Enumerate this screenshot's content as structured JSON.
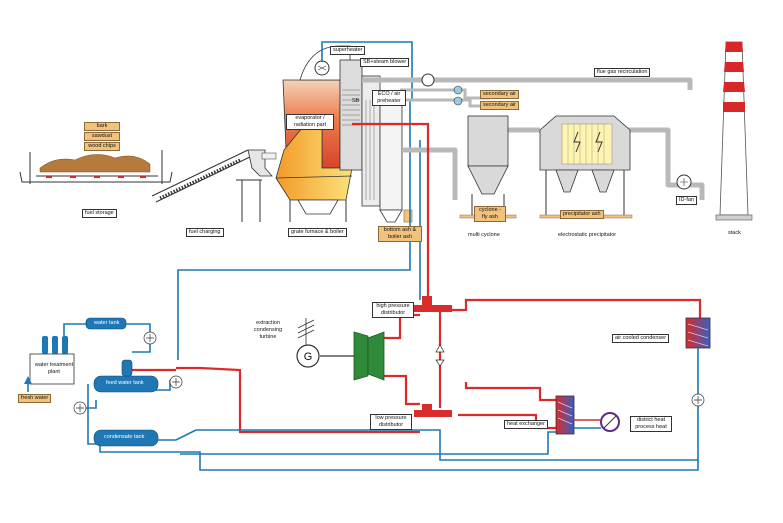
{
  "labels": {
    "superheater": "superheater",
    "steam_blower": "SB+steam blower",
    "eco_air_preheater": "ECO / air preheater",
    "sb": "SB",
    "evaporator": "evaporator / radiation part",
    "bark": "bark",
    "sawdust": "sawdust",
    "wood_chips": "wood chips",
    "fuel_storage": "fuel storage",
    "fuel_charging": "fuel charging",
    "grate_furnace": "grate furnace & boiler",
    "bottom_ash": "bottom ash & boiler ash",
    "flue_gas_recirculation": "flue gas recirculation",
    "secondary_air_1": "secondary air",
    "secondary_air_2": "secondary air",
    "cyclone_fly_ash": "cyclone - fly ash",
    "multi_cyclone": "multi cyclone",
    "precipitator_ash": "precipitator ash",
    "electrostatic_precipitator": "electrostatic precipitator",
    "id_fan": "ID-fan",
    "stack": "stack",
    "high_pressure_distributor": "high pressure distributor",
    "extraction_turbine": "extraction condensing turbine",
    "generator_symbol": "G",
    "low_pressure_distributor": "low pressure distributor",
    "heat_exchanger": "heat exchanger",
    "district_heat": "district heat process heat",
    "air_cooled_condenser": "air cooled condenser",
    "water_tank": "water tank",
    "water_treatment_plant": "water treatment plant",
    "feed_water_tank": "feed water tank",
    "condensate_tank": "condensate tank",
    "fresh_water": "fresh water"
  },
  "colors": {
    "steam_line": "#d92b2b",
    "water_line": "#1f78b4",
    "gas_line": "#b9b9b9",
    "flame": "#f6a623",
    "fuel": "#b57a3c",
    "tan_label": "#f2c27d",
    "turbine": "#2f8a3a",
    "stack_stripe": "#d62828"
  },
  "icons": [
    "generator-icon",
    "turbine-icon",
    "pump-icon",
    "fan-icon",
    "heat-exchanger-icon",
    "district-heat-icon",
    "condenser-icon",
    "stack-icon"
  ]
}
